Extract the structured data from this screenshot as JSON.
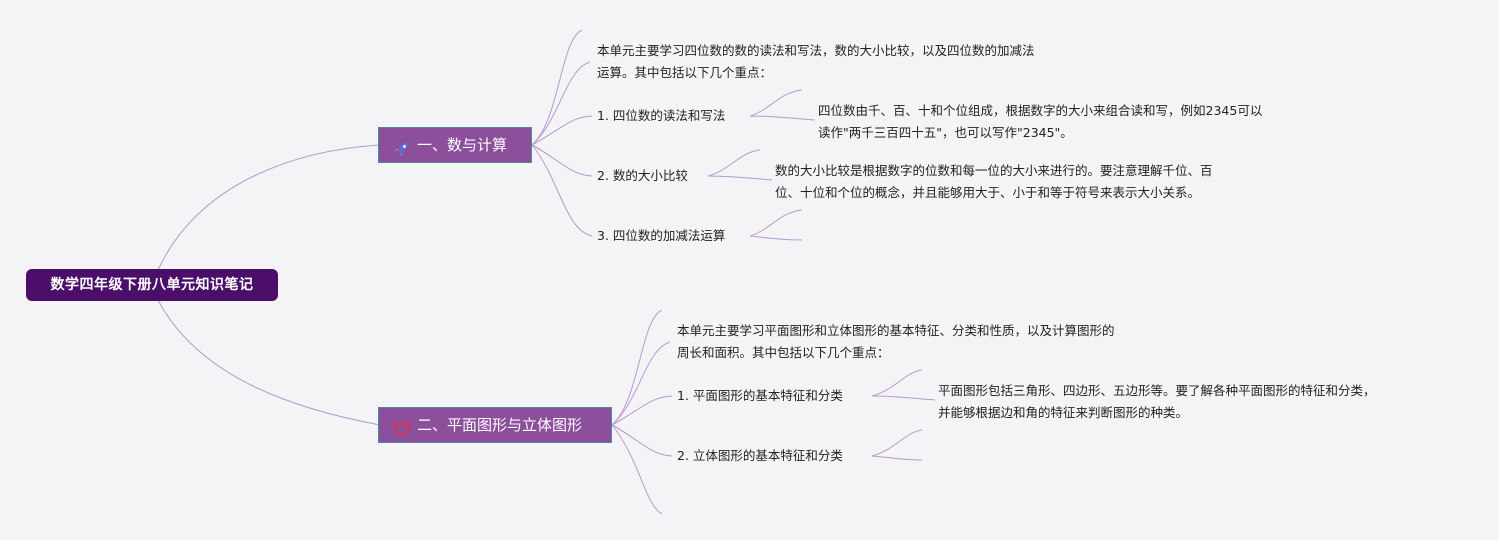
{
  "root": {
    "label": "数学四年级下册八单元知识笔记"
  },
  "branch1": {
    "label": "一、数与计算",
    "icon": "rocket-icon",
    "intro": [
      "本单元主要学习四位数的数的读法和写法，数的大小比较，以及四位数的加减法",
      "运算。其中包括以下几个重点："
    ],
    "items": [
      {
        "label": "1. 四位数的读法和写法",
        "detail": [
          "四位数由千、百、十和个位组成，根据数字的大小来组合读和写，例如2345可以",
          "读作\"两千三百四十五\"，也可以写作\"2345\"。"
        ]
      },
      {
        "label": "2. 数的大小比较",
        "detail": [
          "数的大小比较是根据数字的位数和每一位的大小来进行的。要注意理解千位、百",
          "位、十位和个位的概念，并且能够用大于、小于和等于符号来表示大小关系。"
        ]
      },
      {
        "label": "3. 四位数的加减法运算",
        "detail": []
      }
    ]
  },
  "branch2": {
    "label": "二、平面图形与立体图形",
    "icon": "heart-icon",
    "intro": [
      "本单元主要学习平面图形和立体图形的基本特征、分类和性质，以及计算图形的",
      "周长和面积。其中包括以下几个重点："
    ],
    "items": [
      {
        "label": "1. 平面图形的基本特征和分类",
        "detail": [
          "平面图形包括三角形、四边形、五边形等。要了解各种平面图形的特征和分类，",
          "并能够根据边和角的特征来判断图形的种类。"
        ]
      },
      {
        "label": "2. 立体图形的基本特征和分类",
        "detail": []
      }
    ]
  },
  "colors": {
    "root": "#4b0f69",
    "branch": "#8b4f9c",
    "line": "#b79ad0",
    "icon_rocket": "#5b6fd6",
    "icon_heart": "#e0304a"
  }
}
